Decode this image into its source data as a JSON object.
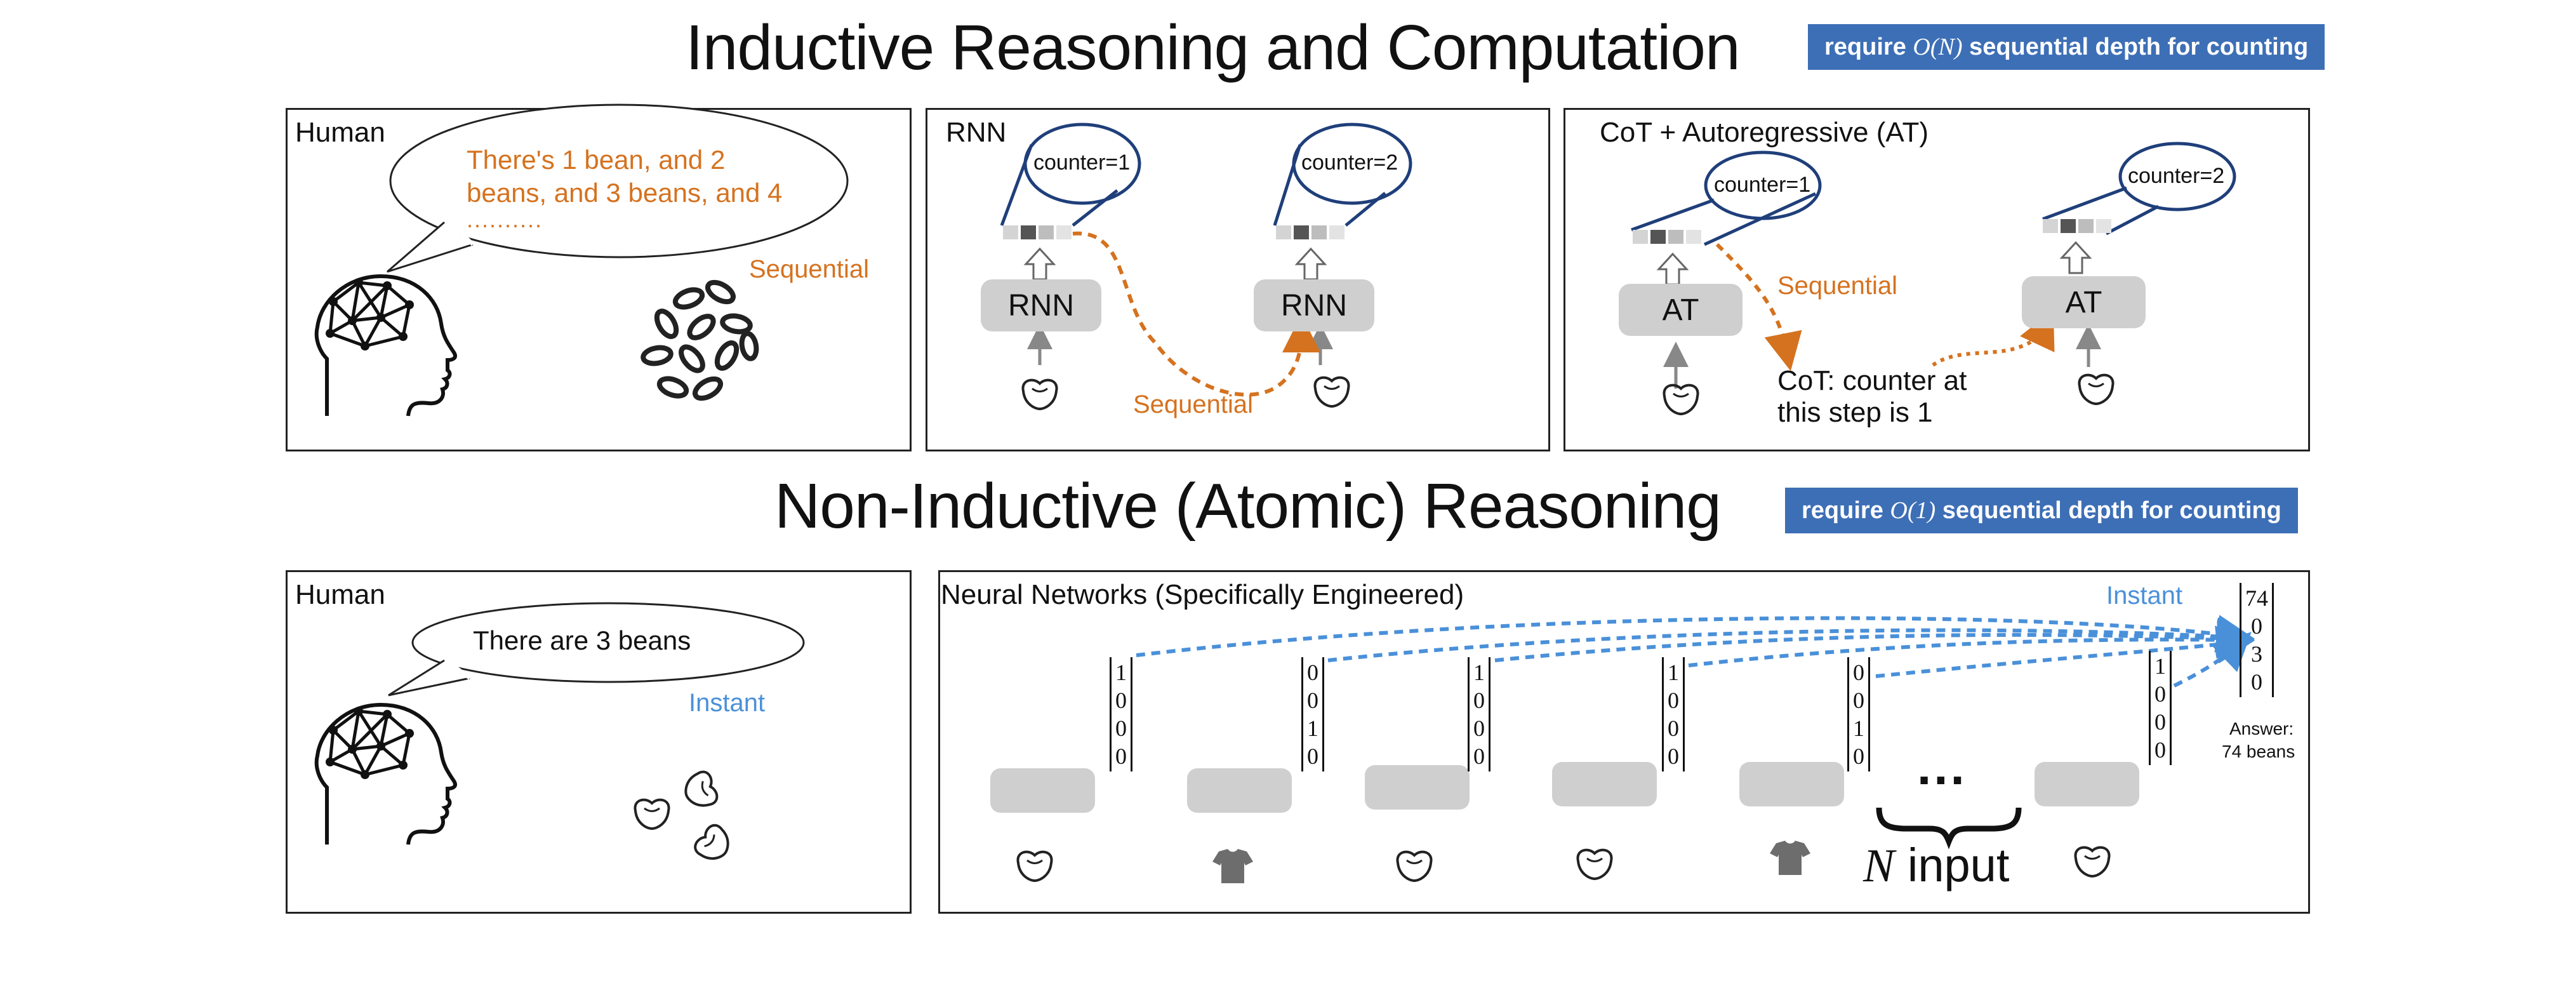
{
  "top": {
    "title": "Inductive Reasoning and Computation",
    "badge_pre": "require ",
    "badge_math": "O(N)",
    "badge_post": " sequential depth for counting"
  },
  "bottom": {
    "title": "Non-Inductive (Atomic) Reasoning",
    "badge_pre": "require ",
    "badge_math": "O(1)",
    "badge_post": " sequential depth for counting"
  },
  "panel_human_top": {
    "label": "Human",
    "speech_line1": "There's 1 bean, and 2",
    "speech_line2": "beans, and 3 beans, and 4",
    "speech_line3": "..........",
    "tag": "Sequential"
  },
  "panel_rnn": {
    "label": "RNN",
    "box1": "RNN",
    "box2": "RNN",
    "counter1": "counter=1",
    "counter2": "counter=2",
    "tag": "Sequential"
  },
  "panel_cot": {
    "label": "CoT + Autoregressive (AT)",
    "box1": "AT",
    "box2": "AT",
    "counter1": "counter=1",
    "counter2": "counter=2",
    "tag": "Sequential",
    "cot_line1": "CoT: counter at",
    "cot_line2": "this step is 1"
  },
  "panel_human_bottom": {
    "label": "Human",
    "speech": "There are 3 beans",
    "tag": "Instant"
  },
  "panel_nn": {
    "label": "Neural Networks (Specifically Engineered)",
    "tag": "Instant",
    "vectors": [
      [
        "1",
        "0",
        "0",
        "0"
      ],
      [
        "0",
        "0",
        "1",
        "0"
      ],
      [
        "1",
        "0",
        "0",
        "0"
      ],
      [
        "1",
        "0",
        "0",
        "0"
      ],
      [
        "0",
        "0",
        "1",
        "0"
      ],
      [
        "1",
        "0",
        "0",
        "0"
      ]
    ],
    "answer_vector": [
      "74",
      "0",
      "3",
      "0"
    ],
    "answer_line1": "Answer:",
    "answer_line2": "74 beans",
    "ellipsis": "...",
    "n_symbol": "N",
    "n_text": " input"
  },
  "colors": {
    "orange": "#d5721f",
    "blue": "#4a90d9",
    "navy": "#1f3f7a",
    "badge": "#3d6fb6",
    "gray_box": "#cfcfcf"
  }
}
